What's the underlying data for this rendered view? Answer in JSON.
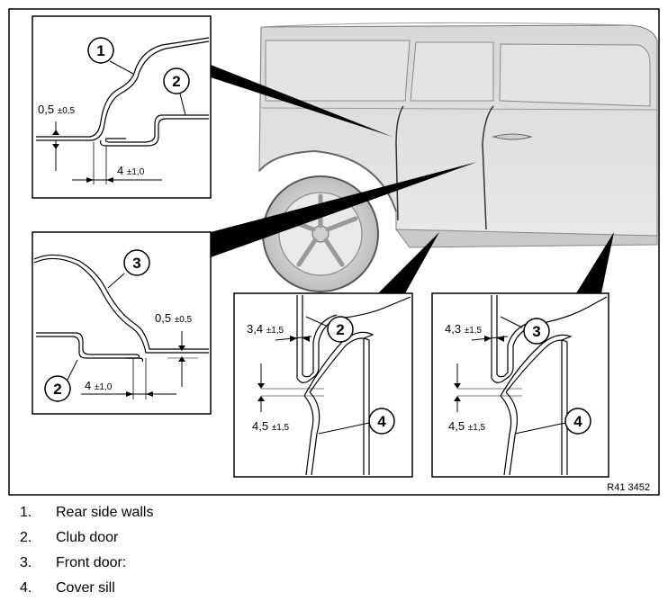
{
  "figure": {
    "reference": "R41 3452",
    "callouts": {
      "rear_side_wall": "1",
      "club_door": "2",
      "front_door": "3",
      "cover_sill": "4"
    },
    "dimensions": {
      "d1_value": "0,5",
      "d1_tol": "±0,5",
      "d2_value": "4",
      "d2_tol": "±1,0",
      "d3_value": "0,5",
      "d3_tol": "±0,5",
      "d4_value": "4",
      "d4_tol": "±1,0",
      "d5_value": "3,4",
      "d5_tol": "±1,5",
      "d6_value": "4,5",
      "d6_tol": "±1,5",
      "d7_value": "4,3",
      "d7_tol": "±1,5",
      "d8_value": "4,5",
      "d8_tol": "±1,5"
    }
  },
  "legend": [
    {
      "num": "1.",
      "text": "Rear side walls"
    },
    {
      "num": "2.",
      "text": "Club door"
    },
    {
      "num": "3.",
      "text": "Front door:"
    },
    {
      "num": "4.",
      "text": "Cover sill"
    }
  ]
}
